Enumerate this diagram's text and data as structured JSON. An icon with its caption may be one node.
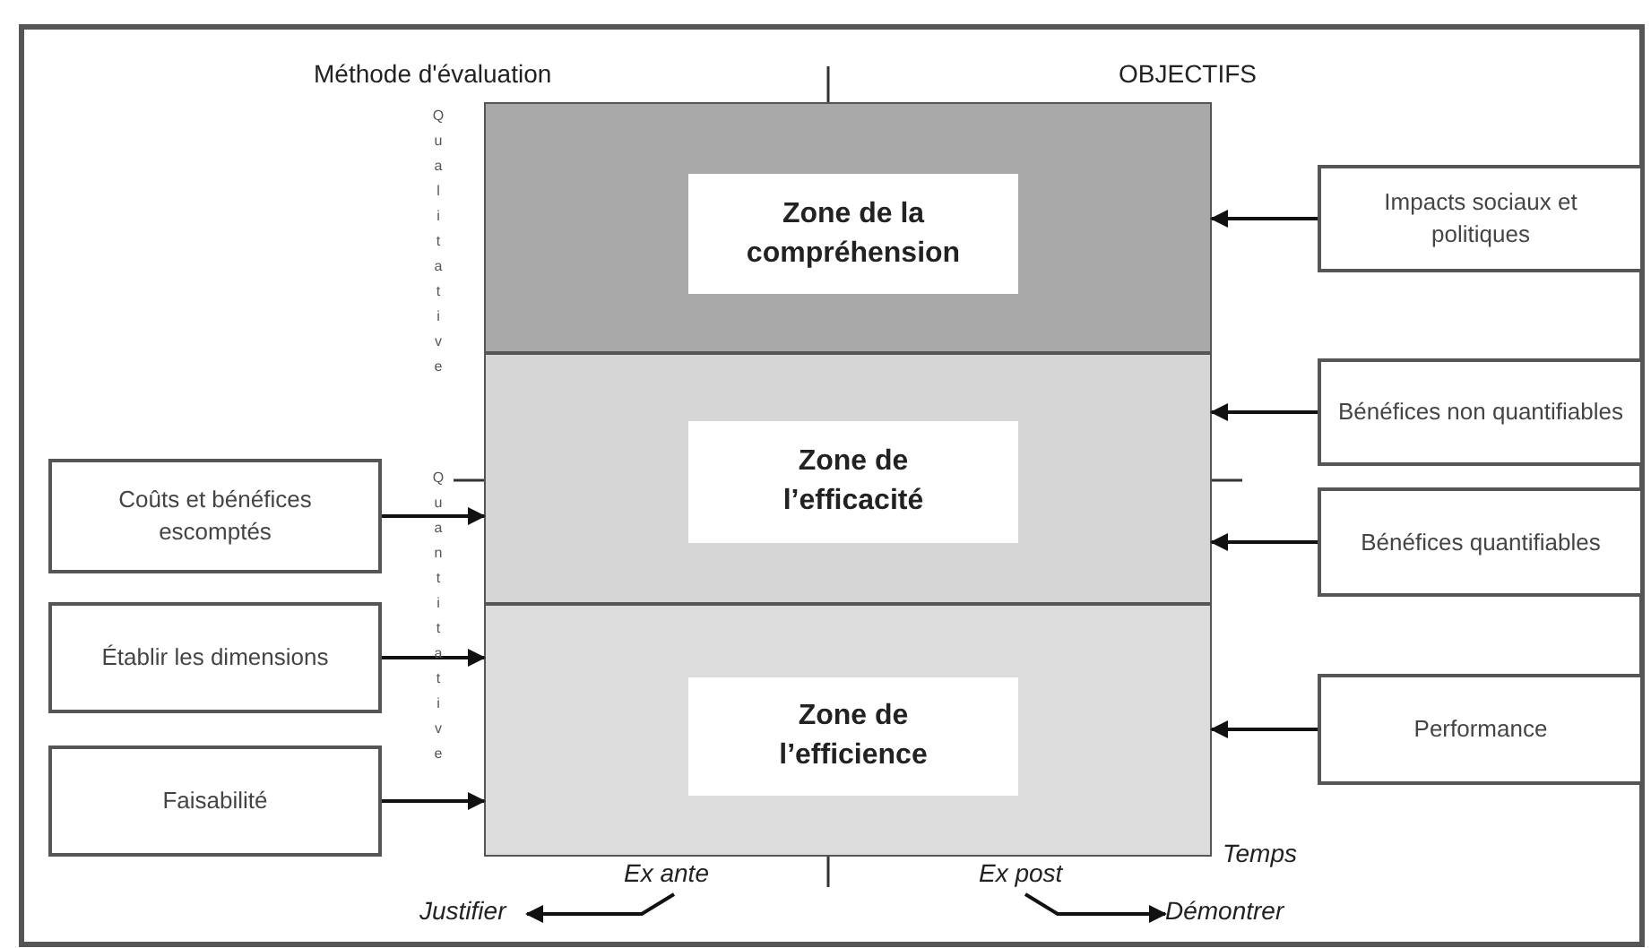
{
  "diagram": {
    "nodes": [
      {
        "text": [
          "Zone de la compréhension"
        ]
      },
      {
        "text": [
          "Zone de l’efficacité"
        ]
      },
      {
        "text": [
          "Zone de l’efficience"
        ]
      },
      {
        "text": [
          "Impacts sociaux et politiques"
        ]
      },
      {
        "text": [
          "Bénéfices non quantifiables"
        ]
      },
      {
        "text": [
          "Bénéfices quantifiables"
        ]
      },
      {
        "text": [
          "Performance"
        ]
      },
      {
        "text": [
          "Coûts et bénéfices escomptés"
        ]
      },
      {
        "text": [
          "Établir les dimensions"
        ]
      },
      {
        "text": [
          "Faisabilité"
        ]
      },
      {
        "text": [
          "Ex ante"
        ]
      },
      {
        "text": [
          "Justifier"
        ]
      },
      {
        "text": [
          "Ex post"
        ]
      },
      {
        "text": [
          "Démontrer"
        ]
      }
    ],
    "edges": [
      {
        "from": 3,
        "to": 0,
        "arrow": "to"
      },
      {
        "from": 4,
        "to": 1,
        "arrow": "to"
      },
      {
        "from": 5,
        "to": 1,
        "arrow": "to"
      },
      {
        "from": 6,
        "to": 2,
        "arrow": "to"
      },
      {
        "from": 7,
        "to": 1,
        "arrow": "to"
      },
      {
        "from": 8,
        "to": 2,
        "arrow": "to"
      },
      {
        "from": 9,
        "to": 2,
        "arrow": "to"
      },
      {
        "from": 10,
        "to": 11,
        "arrow": "to"
      },
      {
        "from": 12,
        "to": 13,
        "arrow": "to"
      }
    ],
    "labels": [
      "Méthode d'évaluation",
      "OBJECTIFS",
      "Qualitative",
      "Quantitative",
      "Temps"
    ]
  }
}
